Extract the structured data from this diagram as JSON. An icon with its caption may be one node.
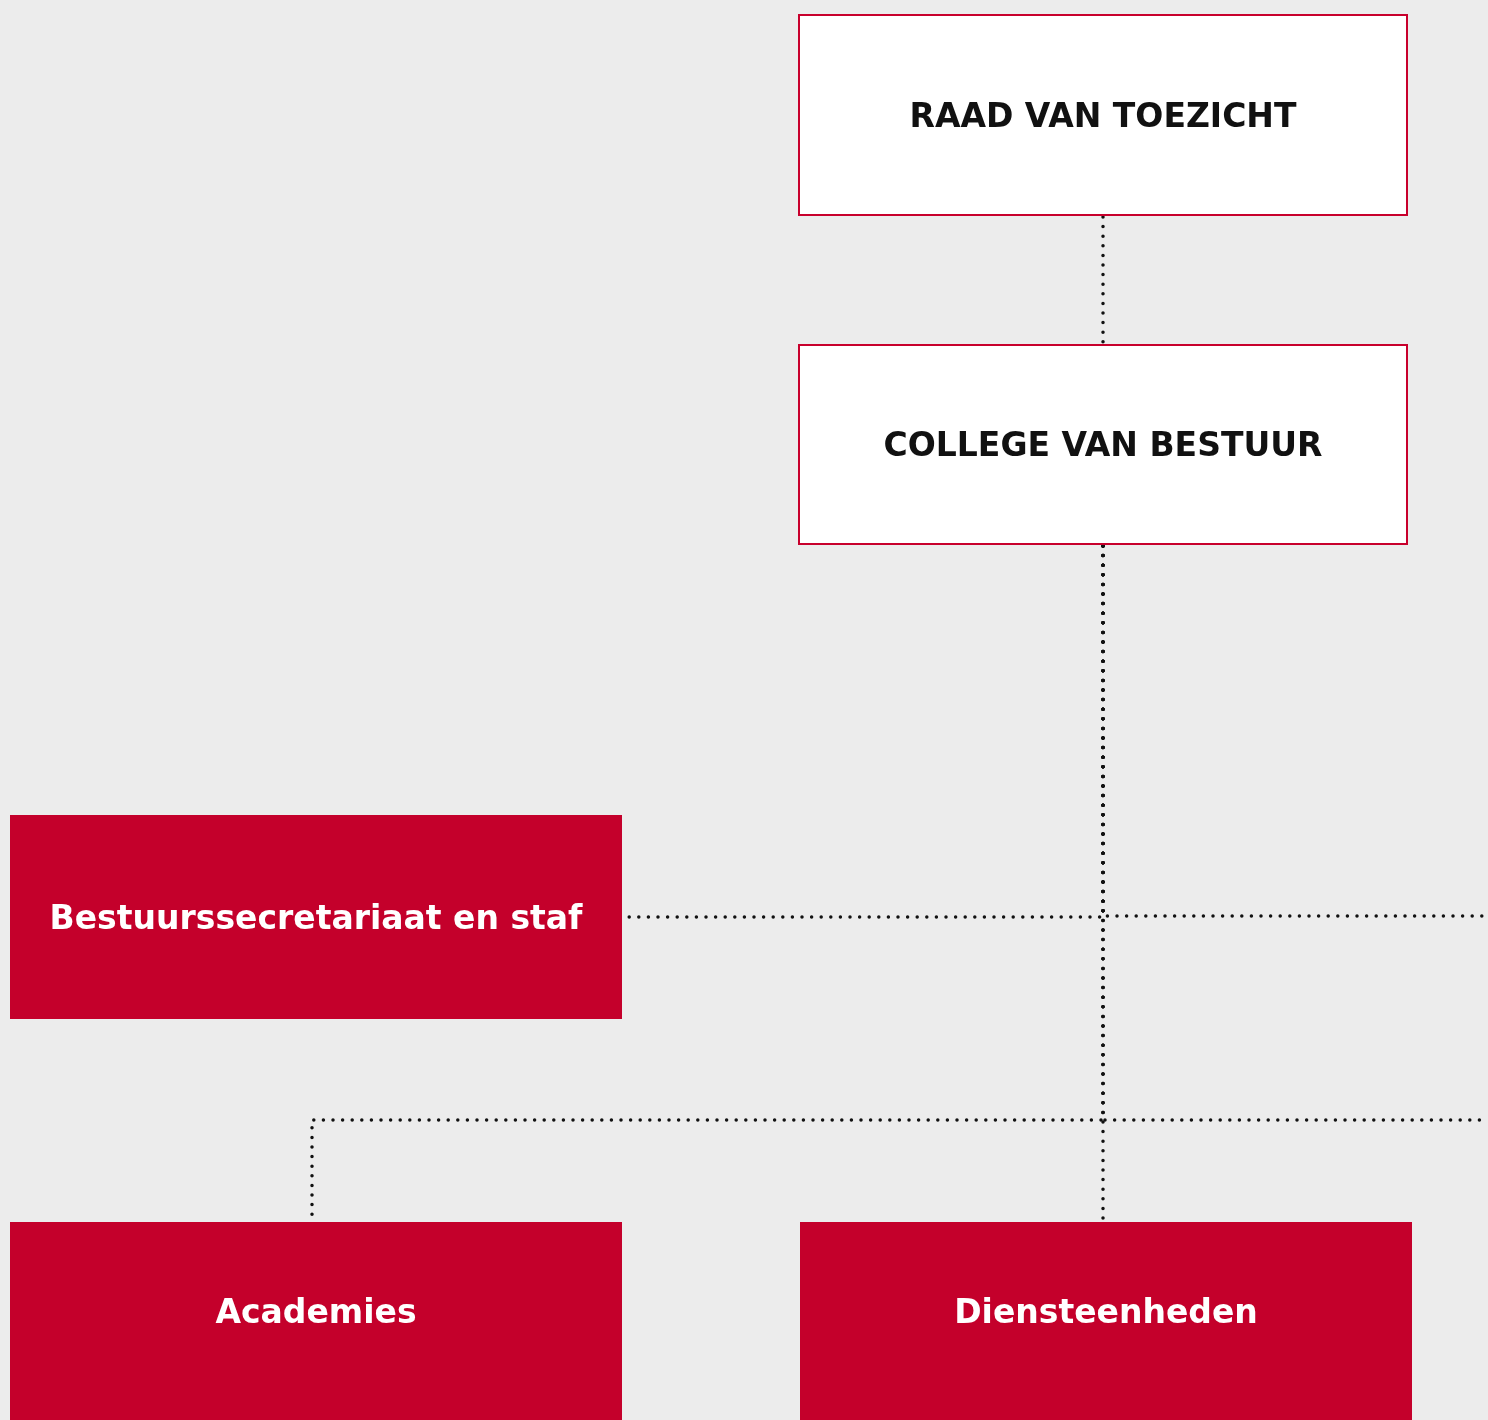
{
  "diagram": {
    "nodes": [
      {
        "text": [
          "RAAD VAN TOEZICHT"
        ]
      },
      {
        "text": [
          "COLLEGE VAN BESTUUR"
        ]
      },
      {
        "text": [
          "Bestuurssecretariaat en staf"
        ]
      },
      {
        "text": [
          "Academies"
        ]
      },
      {
        "text": [
          "Diensteenheden"
        ]
      }
    ],
    "edges": [
      {
        "from": 0,
        "to": 1,
        "arrow": "none"
      },
      {
        "from": 1,
        "to": 2,
        "arrow": "none"
      },
      {
        "from": 1,
        "to": null,
        "arrow": "none"
      },
      {
        "from": 1,
        "to": 3,
        "arrow": "none"
      },
      {
        "from": 1,
        "to": 4,
        "arrow": "none"
      },
      {
        "from": 1,
        "to": null,
        "arrow": "none"
      }
    ]
  }
}
